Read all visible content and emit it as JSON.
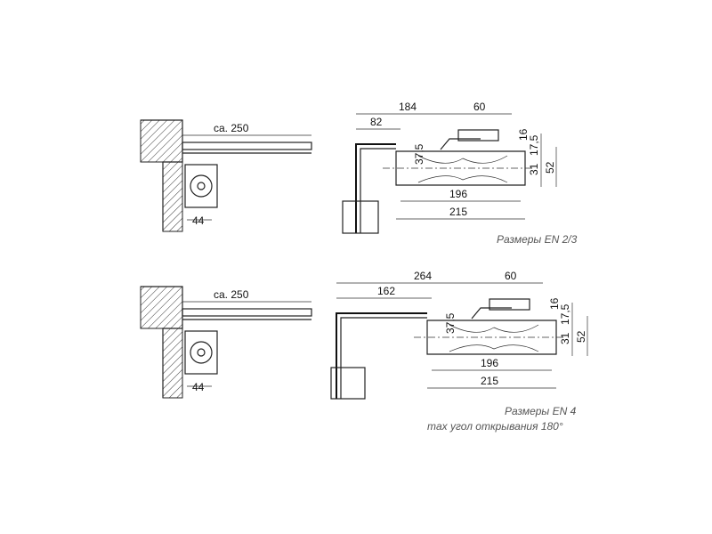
{
  "drawings": [
    {
      "side_arm_length": "ca. 250",
      "side_width": "44",
      "dims": {
        "d184": "184",
        "d60": "60",
        "d82": "82",
        "d37_5": "37,5",
        "d16": "16",
        "d17_5": "17,5",
        "d31": "31",
        "d52": "52",
        "d196": "196",
        "d215": "215"
      },
      "caption": [
        "Размеры EN 2/3"
      ]
    },
    {
      "side_arm_length": "ca. 250",
      "side_width": "44",
      "dims": {
        "d184": "264",
        "d60": "60",
        "d82": "162",
        "d37_5": "37,5",
        "d16": "16",
        "d17_5": "17,5",
        "d31": "31",
        "d52": "52",
        "d196": "196",
        "d215": "215"
      },
      "caption": [
        "Размеры EN 4",
        "max угол открывания 180°"
      ]
    }
  ]
}
